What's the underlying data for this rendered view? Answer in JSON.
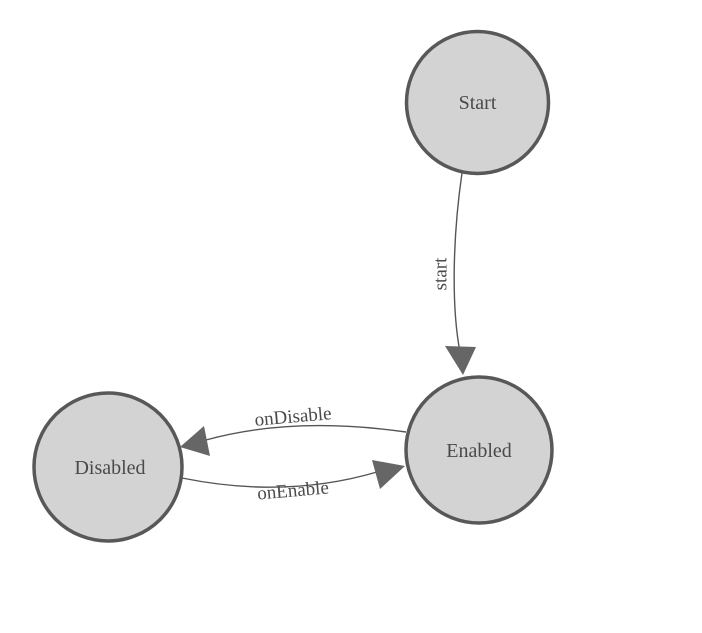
{
  "diagram": {
    "kind": "state-machine",
    "background_color": "#ffffff",
    "colors": {
      "node_fill": "#d3d3d3",
      "node_stroke": "#585858",
      "edge_stroke": "#555555",
      "arrow_fill": "#666666",
      "text_color": "#4a4a4a"
    },
    "nodes": [
      {
        "id": "start",
        "label": "Start"
      },
      {
        "id": "enabled",
        "label": "Enabled"
      },
      {
        "id": "disabled",
        "label": "Disabled"
      }
    ],
    "edges": [
      {
        "from": "start",
        "to": "enabled",
        "label": "start"
      },
      {
        "from": "enabled",
        "to": "disabled",
        "label": "onDisable"
      },
      {
        "from": "disabled",
        "to": "enabled",
        "label": "onEnable"
      }
    ]
  }
}
